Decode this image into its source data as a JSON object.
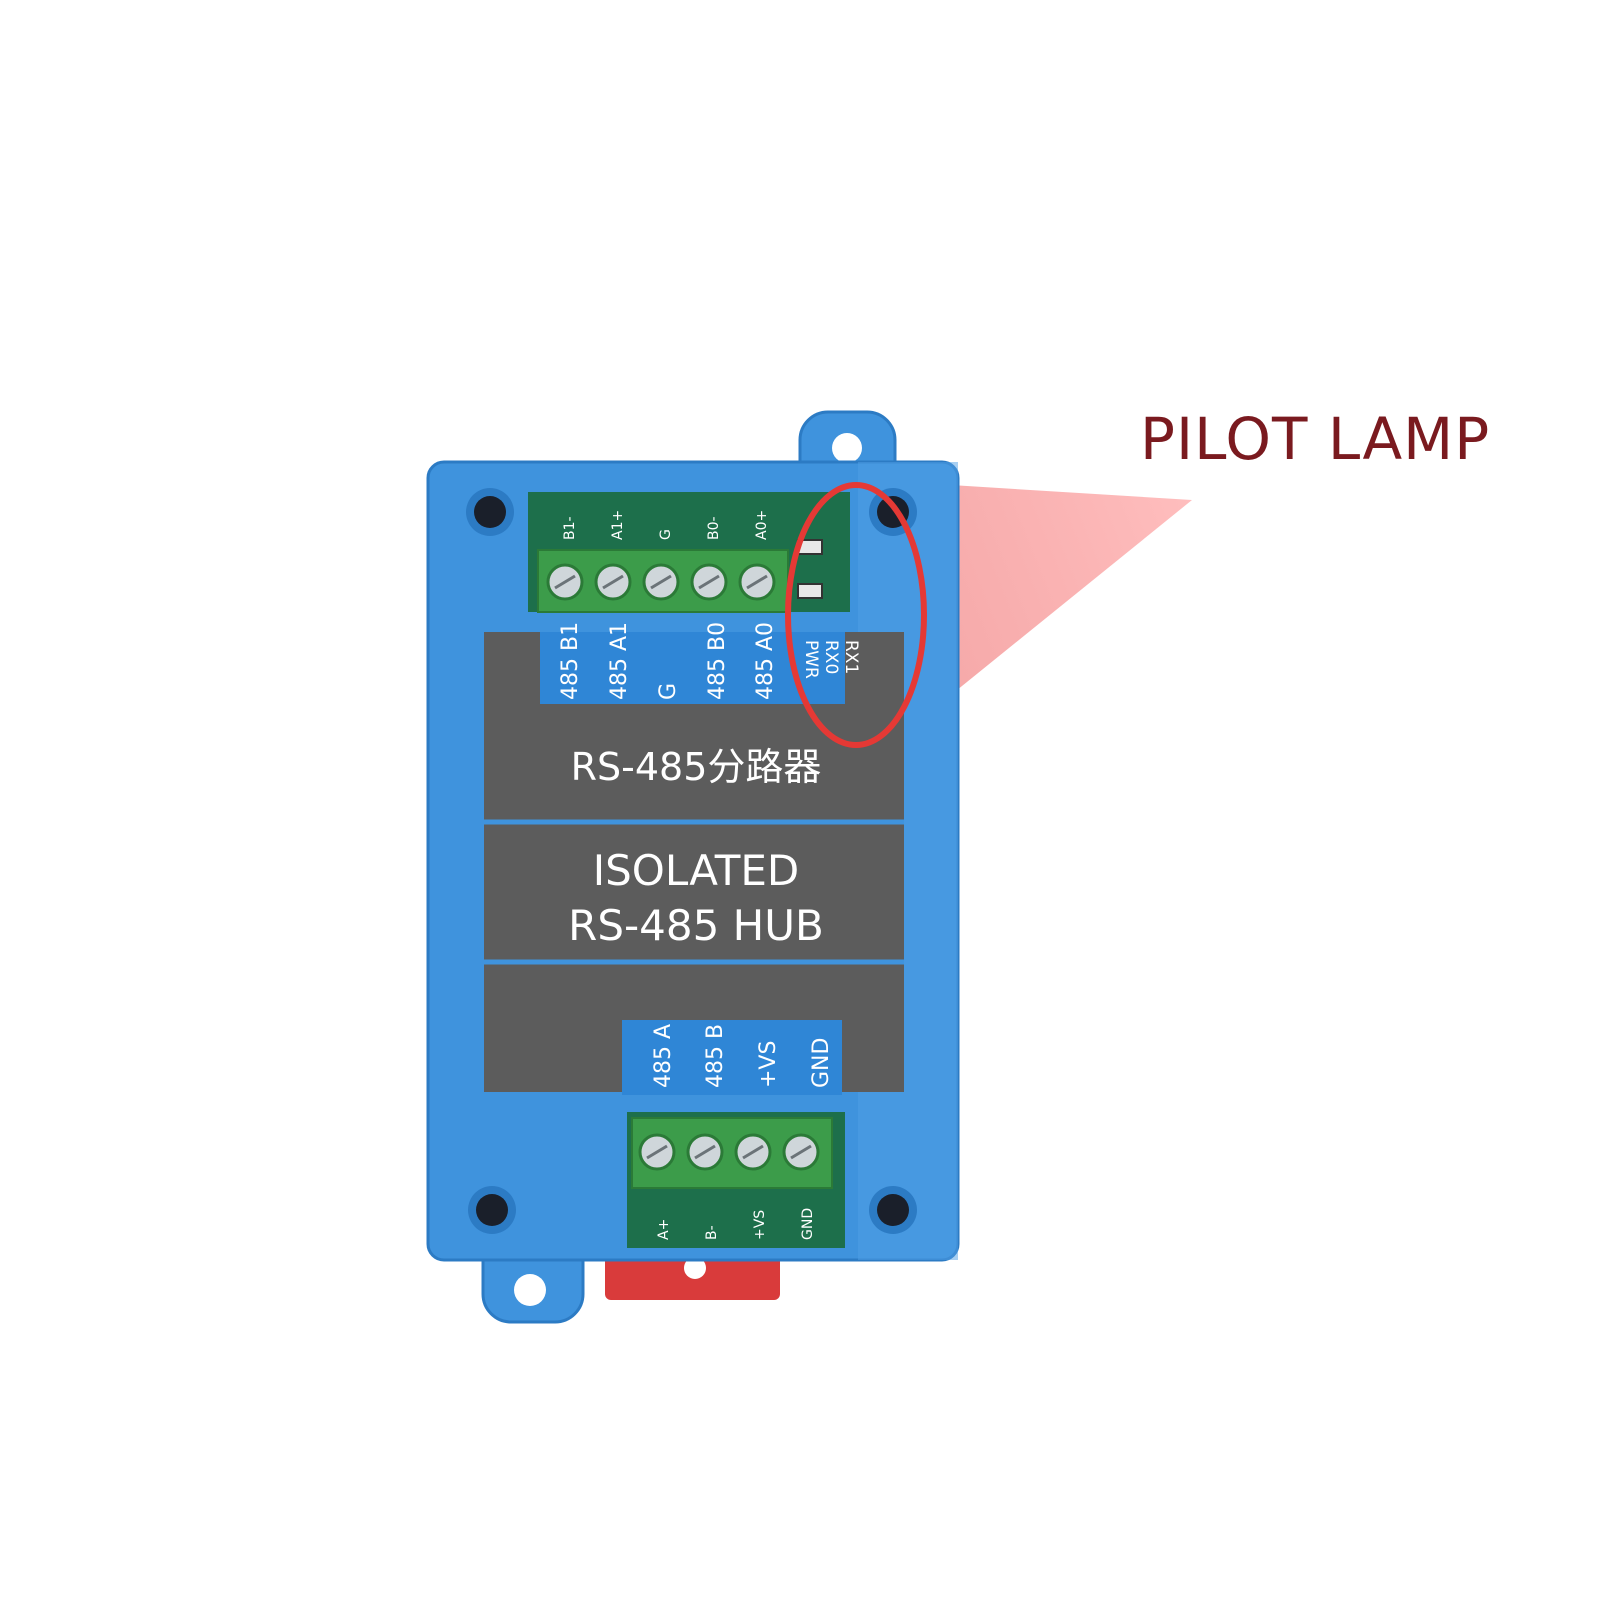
{
  "annotation": {
    "text": "PILOT LAMP",
    "color": "#7a1a1f",
    "highlight_color": "#e53935"
  },
  "device": {
    "body_color": "#3f93dd",
    "panel_color": "#5c5c5c",
    "terminal_color": "#3c9c4a",
    "din_clip_color": "#d93b3b",
    "top_pcb_labels": [
      "B1-",
      "A1+",
      "G",
      "B0-",
      "A0+"
    ],
    "top_panel_labels": [
      "485 B1",
      "485 A1",
      "G",
      "485 B0",
      "485 A0"
    ],
    "led_labels": [
      "PWR",
      "RX0",
      "RX1"
    ],
    "title_cn": "RS-485分路器",
    "title_en_line1": "ISOLATED",
    "title_en_line2": "RS-485 HUB",
    "bottom_panel_labels": [
      "485 A",
      "485 B",
      "+VS",
      "GND"
    ],
    "bottom_pcb_labels": [
      "A+",
      "B-",
      "+VS",
      "GND"
    ]
  }
}
